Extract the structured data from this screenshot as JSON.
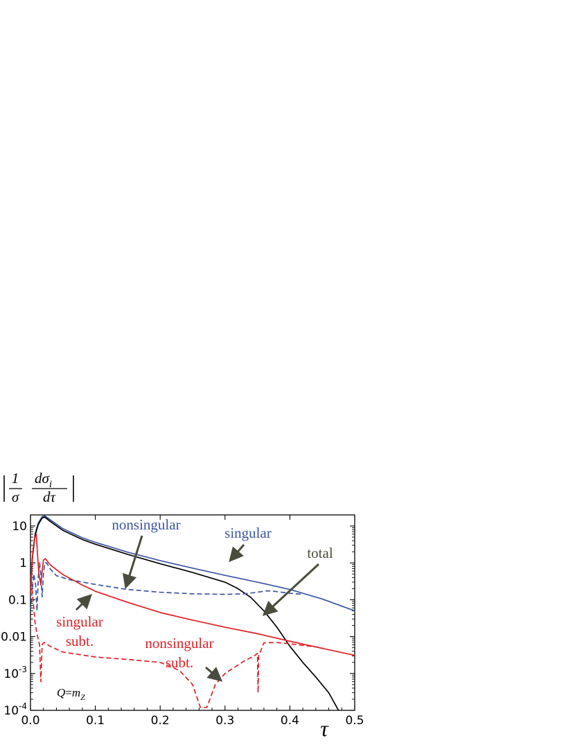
{
  "chart_data": {
    "type": "line",
    "xlabel": "τ",
    "ylabel": {
      "numerator_left": "1",
      "denominator_left": "σ",
      "numerator_right": "dσ",
      "numerator_right_sub": "i",
      "denominator_right": "dτ"
    },
    "xlim": [
      0.0,
      0.5
    ],
    "ylim": [
      0.0001,
      20
    ],
    "yscale": "log",
    "grid": false,
    "x_ticks": [
      "0.0",
      "0.1",
      "0.2",
      "0.3",
      "0.4",
      "0.5"
    ],
    "x_tick_values": [
      0.0,
      0.1,
      0.2,
      0.3,
      0.4,
      0.5
    ],
    "y_ticks": [
      {
        "value": 10,
        "text": "10",
        "sup": ""
      },
      {
        "value": 1,
        "text": "1",
        "sup": ""
      },
      {
        "value": 0.1,
        "text": "0.1",
        "sup": ""
      },
      {
        "value": 0.01,
        "text": "0.01",
        "sup": ""
      },
      {
        "value": 0.001,
        "text": "10",
        "sup": "-3"
      },
      {
        "value": 0.0001,
        "text": "10",
        "sup": "-4"
      }
    ],
    "series": [
      {
        "name": "singular",
        "color": "#3a55a4",
        "dash": "solid",
        "points": [
          [
            0.0,
            0.15
          ],
          [
            0.003,
            1.5
          ],
          [
            0.007,
            6
          ],
          [
            0.012,
            12
          ],
          [
            0.018,
            18
          ],
          [
            0.022,
            19
          ],
          [
            0.03,
            15
          ],
          [
            0.05,
            8.5
          ],
          [
            0.08,
            4.8
          ],
          [
            0.1,
            3.6
          ],
          [
            0.15,
            1.95
          ],
          [
            0.2,
            1.15
          ],
          [
            0.25,
            0.72
          ],
          [
            0.3,
            0.46
          ],
          [
            0.35,
            0.3
          ],
          [
            0.4,
            0.19
          ],
          [
            0.45,
            0.105
          ],
          [
            0.5,
            0.05
          ]
        ]
      },
      {
        "name": "total",
        "color": "#000000",
        "dash": "solid",
        "points": [
          [
            0.0,
            0.15
          ],
          [
            0.003,
            1.4
          ],
          [
            0.007,
            5.5
          ],
          [
            0.012,
            11
          ],
          [
            0.018,
            16.5
          ],
          [
            0.022,
            17.5
          ],
          [
            0.03,
            13.5
          ],
          [
            0.05,
            7.6
          ],
          [
            0.08,
            4.3
          ],
          [
            0.1,
            3.2
          ],
          [
            0.15,
            1.7
          ],
          [
            0.2,
            0.95
          ],
          [
            0.25,
            0.55
          ],
          [
            0.3,
            0.3
          ],
          [
            0.32,
            0.2
          ],
          [
            0.34,
            0.115
          ],
          [
            0.36,
            0.05
          ],
          [
            0.38,
            0.018
          ],
          [
            0.4,
            0.0055
          ],
          [
            0.42,
            0.002
          ],
          [
            0.44,
            0.0008
          ],
          [
            0.46,
            0.0003
          ],
          [
            0.475,
            0.0001
          ]
        ]
      },
      {
        "name": "nonsingular",
        "color": "#3a55a4",
        "dash": "dashed",
        "points": [
          [
            0.0,
            0.05
          ],
          [
            0.005,
            0.5
          ],
          [
            0.008,
            0.25
          ],
          [
            0.01,
            0.05
          ],
          [
            0.012,
            0.4
          ],
          [
            0.014,
            1.0
          ],
          [
            0.016,
            0.5
          ],
          [
            0.018,
            0.12
          ],
          [
            0.02,
            0.5
          ],
          [
            0.022,
            1.0
          ],
          [
            0.025,
            1.0
          ],
          [
            0.03,
            0.7
          ],
          [
            0.04,
            0.45
          ],
          [
            0.06,
            0.35
          ],
          [
            0.1,
            0.26
          ],
          [
            0.15,
            0.19
          ],
          [
            0.2,
            0.16
          ],
          [
            0.25,
            0.145
          ],
          [
            0.3,
            0.14
          ],
          [
            0.33,
            0.145
          ],
          [
            0.35,
            0.16
          ],
          [
            0.365,
            0.175
          ],
          [
            0.375,
            0.17
          ],
          [
            0.4,
            0.15
          ],
          [
            0.42,
            0.14
          ]
        ]
      },
      {
        "name": "singular subt.",
        "color": "#e31e24",
        "dash": "solid",
        "points": [
          [
            0.0,
            0.15
          ],
          [
            0.004,
            2.5
          ],
          [
            0.007,
            5
          ],
          [
            0.009,
            6
          ],
          [
            0.011,
            1.5
          ],
          [
            0.013,
            0.5
          ],
          [
            0.016,
            0.25
          ],
          [
            0.018,
            0.6
          ],
          [
            0.02,
            1.2
          ],
          [
            0.023,
            1.3
          ],
          [
            0.03,
            0.9
          ],
          [
            0.05,
            0.48
          ],
          [
            0.08,
            0.25
          ],
          [
            0.1,
            0.17
          ],
          [
            0.15,
            0.085
          ],
          [
            0.2,
            0.045
          ],
          [
            0.25,
            0.028
          ],
          [
            0.3,
            0.018
          ],
          [
            0.35,
            0.012
          ],
          [
            0.4,
            0.0075
          ],
          [
            0.45,
            0.0048
          ],
          [
            0.5,
            0.0031
          ]
        ]
      },
      {
        "name": "nonsingular subt.",
        "color": "#e31e24",
        "dash": "dashed",
        "points": [
          [
            0.0,
            0.5
          ],
          [
            0.004,
            0.1
          ],
          [
            0.007,
            0.025
          ],
          [
            0.01,
            0.012
          ],
          [
            0.014,
            0.006
          ],
          [
            0.016,
            0.0006
          ],
          [
            0.018,
            0.006
          ],
          [
            0.021,
            0.007
          ],
          [
            0.03,
            0.0055
          ],
          [
            0.05,
            0.0038
          ],
          [
            0.1,
            0.0028
          ],
          [
            0.15,
            0.0024
          ],
          [
            0.2,
            0.002
          ],
          [
            0.23,
            0.0012
          ],
          [
            0.25,
            0.0005
          ],
          [
            0.262,
            0.00012
          ],
          [
            0.272,
            0.00012
          ],
          [
            0.285,
            0.0005
          ],
          [
            0.3,
            0.001
          ],
          [
            0.33,
            0.0022
          ],
          [
            0.345,
            0.003
          ],
          [
            0.35,
            0.0035
          ],
          [
            0.351,
            0.0003
          ],
          [
            0.352,
            0.003
          ],
          [
            0.36,
            0.0068
          ],
          [
            0.38,
            0.0069
          ],
          [
            0.4,
            0.0064
          ],
          [
            0.42,
            0.0058
          ],
          [
            0.45,
            0.005
          ]
        ]
      }
    ],
    "annotations": [
      {
        "lines": [
          "nonsingular"
        ],
        "color": "#3a55a4"
      },
      {
        "lines": [
          "singular"
        ],
        "color": "#3a55a4"
      },
      {
        "lines": [
          "total"
        ],
        "color": "#4a4c3c"
      },
      {
        "lines": [
          "singular",
          "subt."
        ],
        "color": "#e31e24"
      },
      {
        "lines": [
          "nonsingular",
          "subt."
        ],
        "color": "#e31e24"
      }
    ],
    "inset_label": {
      "lhs": "Q",
      "eq": "=",
      "rhs": "m",
      "sub": "Z"
    }
  }
}
